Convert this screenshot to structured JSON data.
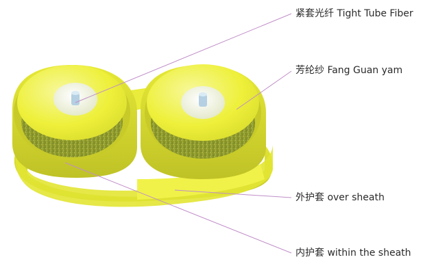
{
  "labels": {
    "tight_tube_fiber": "紧套光纤 Tight Tube Fiber",
    "fang_guan_yam": "芳纶纱 Fang Guan yam",
    "over_sheath": "外护套 over sheath",
    "within_the_sheath": "内护套 within the sheath"
  },
  "colors": {
    "sheath_yellow": "#eef03a",
    "sheath_shade": "#c9cc2a",
    "yarn_green": "#8e9a2a",
    "fiber_white": "#f3f6e6",
    "core_blue": "#a9c9df",
    "leader_line": "#c08ec8"
  }
}
